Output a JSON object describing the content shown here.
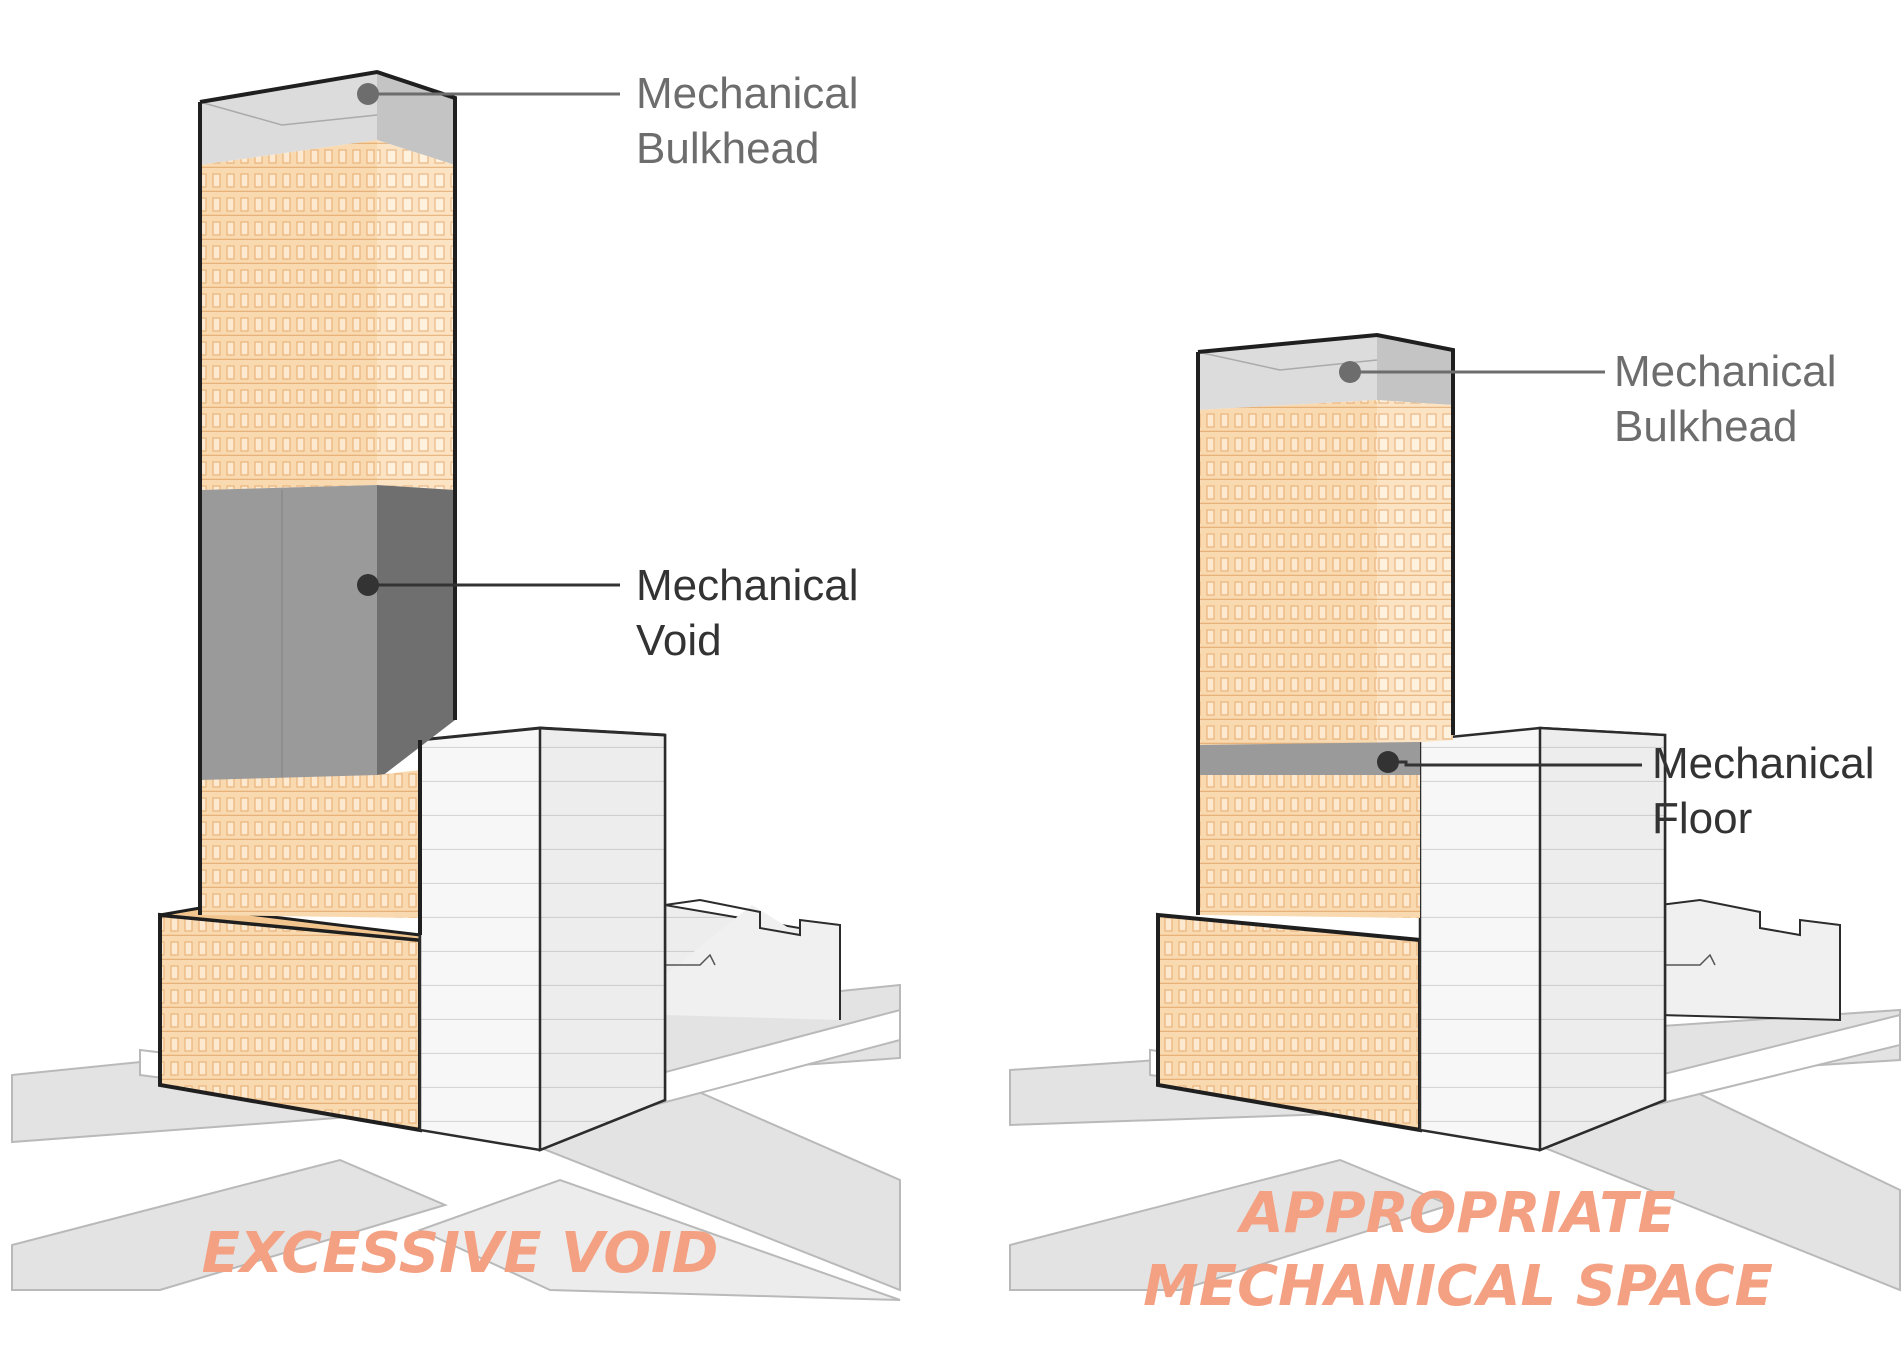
{
  "left_panel": {
    "labels": {
      "bulkhead_line1": "Mechanical",
      "bulkhead_line2": "Bulkhead",
      "void_line1": "Mechanical",
      "void_line2": "Void"
    },
    "caption": "EXCESSIVE VOID"
  },
  "right_panel": {
    "labels": {
      "bulkhead_line1": "Mechanical",
      "bulkhead_line2": "Bulkhead",
      "floor_line1": "Mechanical",
      "floor_line2": "Floor"
    },
    "caption_line1": "APPROPRIATE",
    "caption_line2": "MECHANICAL SPACE"
  },
  "colors": {
    "floor_face_front": "#f9d9b0",
    "floor_face_side": "#fbe3c4",
    "mech_void_front": "#9a9a9a",
    "mech_void_side": "#6f6f6f",
    "bulkhead_front": "#dcdcdc",
    "bulkhead_side": "#c4c4c4",
    "street": "#e3e3e3",
    "caption": "#f4a082"
  }
}
